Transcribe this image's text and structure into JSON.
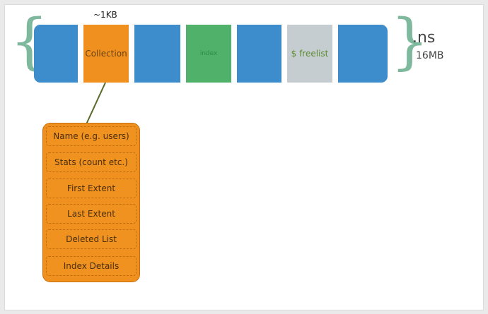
{
  "strip": {
    "segments": [
      {
        "name": "extent",
        "label": ""
      },
      {
        "name": "collection",
        "label": "Collection",
        "color": "#f0901e"
      },
      {
        "name": "extent",
        "label": ""
      },
      {
        "name": "index",
        "label": "index",
        "color": "#4fb16a"
      },
      {
        "name": "extent",
        "label": ""
      },
      {
        "name": "freelist",
        "label": "$ freelist",
        "color": "#c5cdd1"
      },
      {
        "name": "extent",
        "label": ""
      }
    ],
    "block_size": "~1KB",
    "file_name": ".ns",
    "file_size": "16MB",
    "base_color": "#3d8ccb"
  },
  "details": {
    "fields": [
      {
        "label": "Name (e.g. users)"
      },
      {
        "label": "Stats (count etc.)"
      },
      {
        "label": "First Extent"
      },
      {
        "label": "Last Extent"
      },
      {
        "label": "Deleted List"
      },
      {
        "label": "Index Details"
      }
    ],
    "color": "#f0901e"
  }
}
